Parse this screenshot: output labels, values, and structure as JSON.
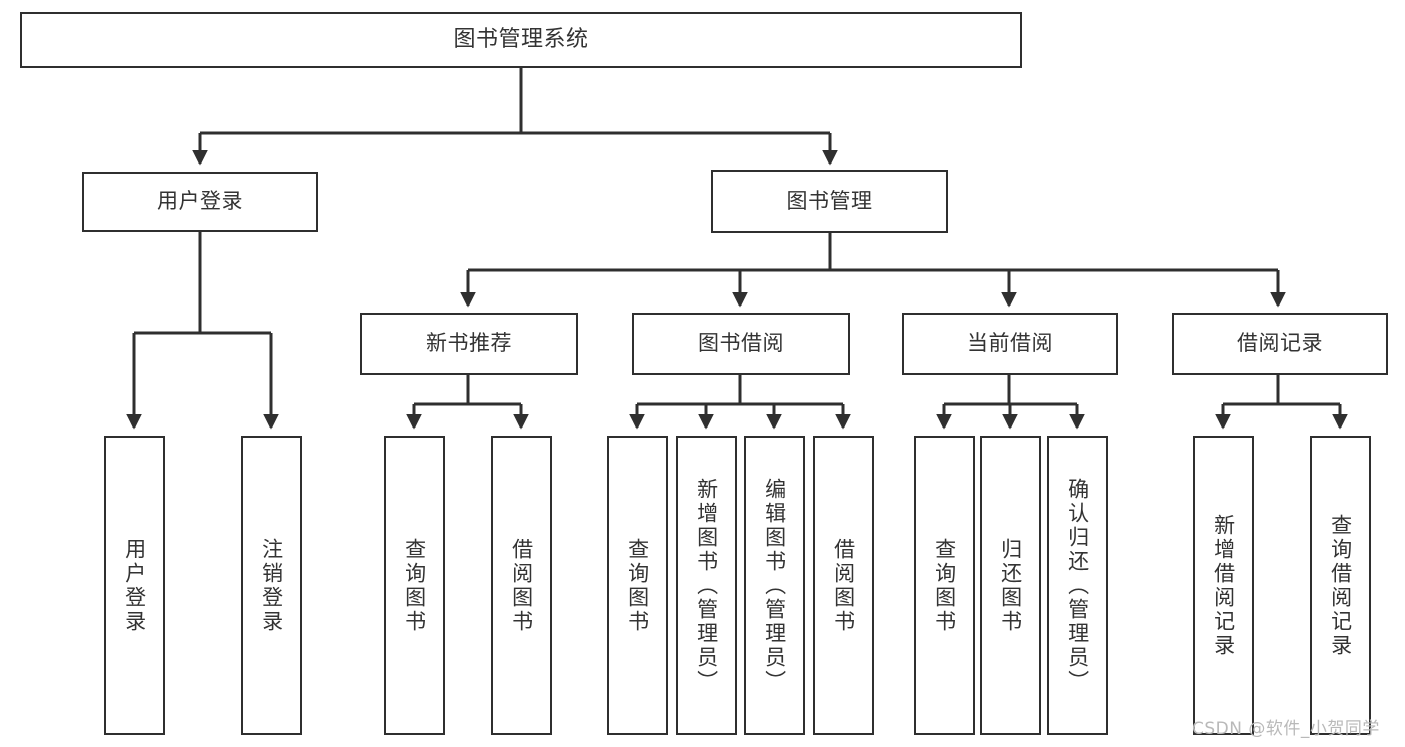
{
  "diagram": {
    "title_node": {
      "label": "图书管理系统"
    },
    "level1": [
      {
        "label": "用户登录"
      },
      {
        "label": "图书管理"
      }
    ],
    "level2": [
      {
        "label": "新书推荐"
      },
      {
        "label": "图书借阅"
      },
      {
        "label": "当前借阅"
      },
      {
        "label": "借阅记录"
      }
    ],
    "leaves": [
      {
        "label": "用户登录"
      },
      {
        "label": "注销登录"
      },
      {
        "label": "查询图书"
      },
      {
        "label": "借阅图书"
      },
      {
        "label": "查询图书"
      },
      {
        "label": "新增图书（管理员）"
      },
      {
        "label": "编辑图书（管理员）"
      },
      {
        "label": "借阅图书"
      },
      {
        "label": "查询图书"
      },
      {
        "label": "归还图书"
      },
      {
        "label": "确认归还（管理员）"
      },
      {
        "label": "新增借阅记录"
      },
      {
        "label": "查询借阅记录"
      }
    ],
    "watermark": {
      "text": "CSDN @软件_小贺同学"
    },
    "colors": {
      "stroke": "#2f2f2f",
      "text": "#333333",
      "background": "#ffffff",
      "watermark": "#b9b9b9"
    }
  }
}
